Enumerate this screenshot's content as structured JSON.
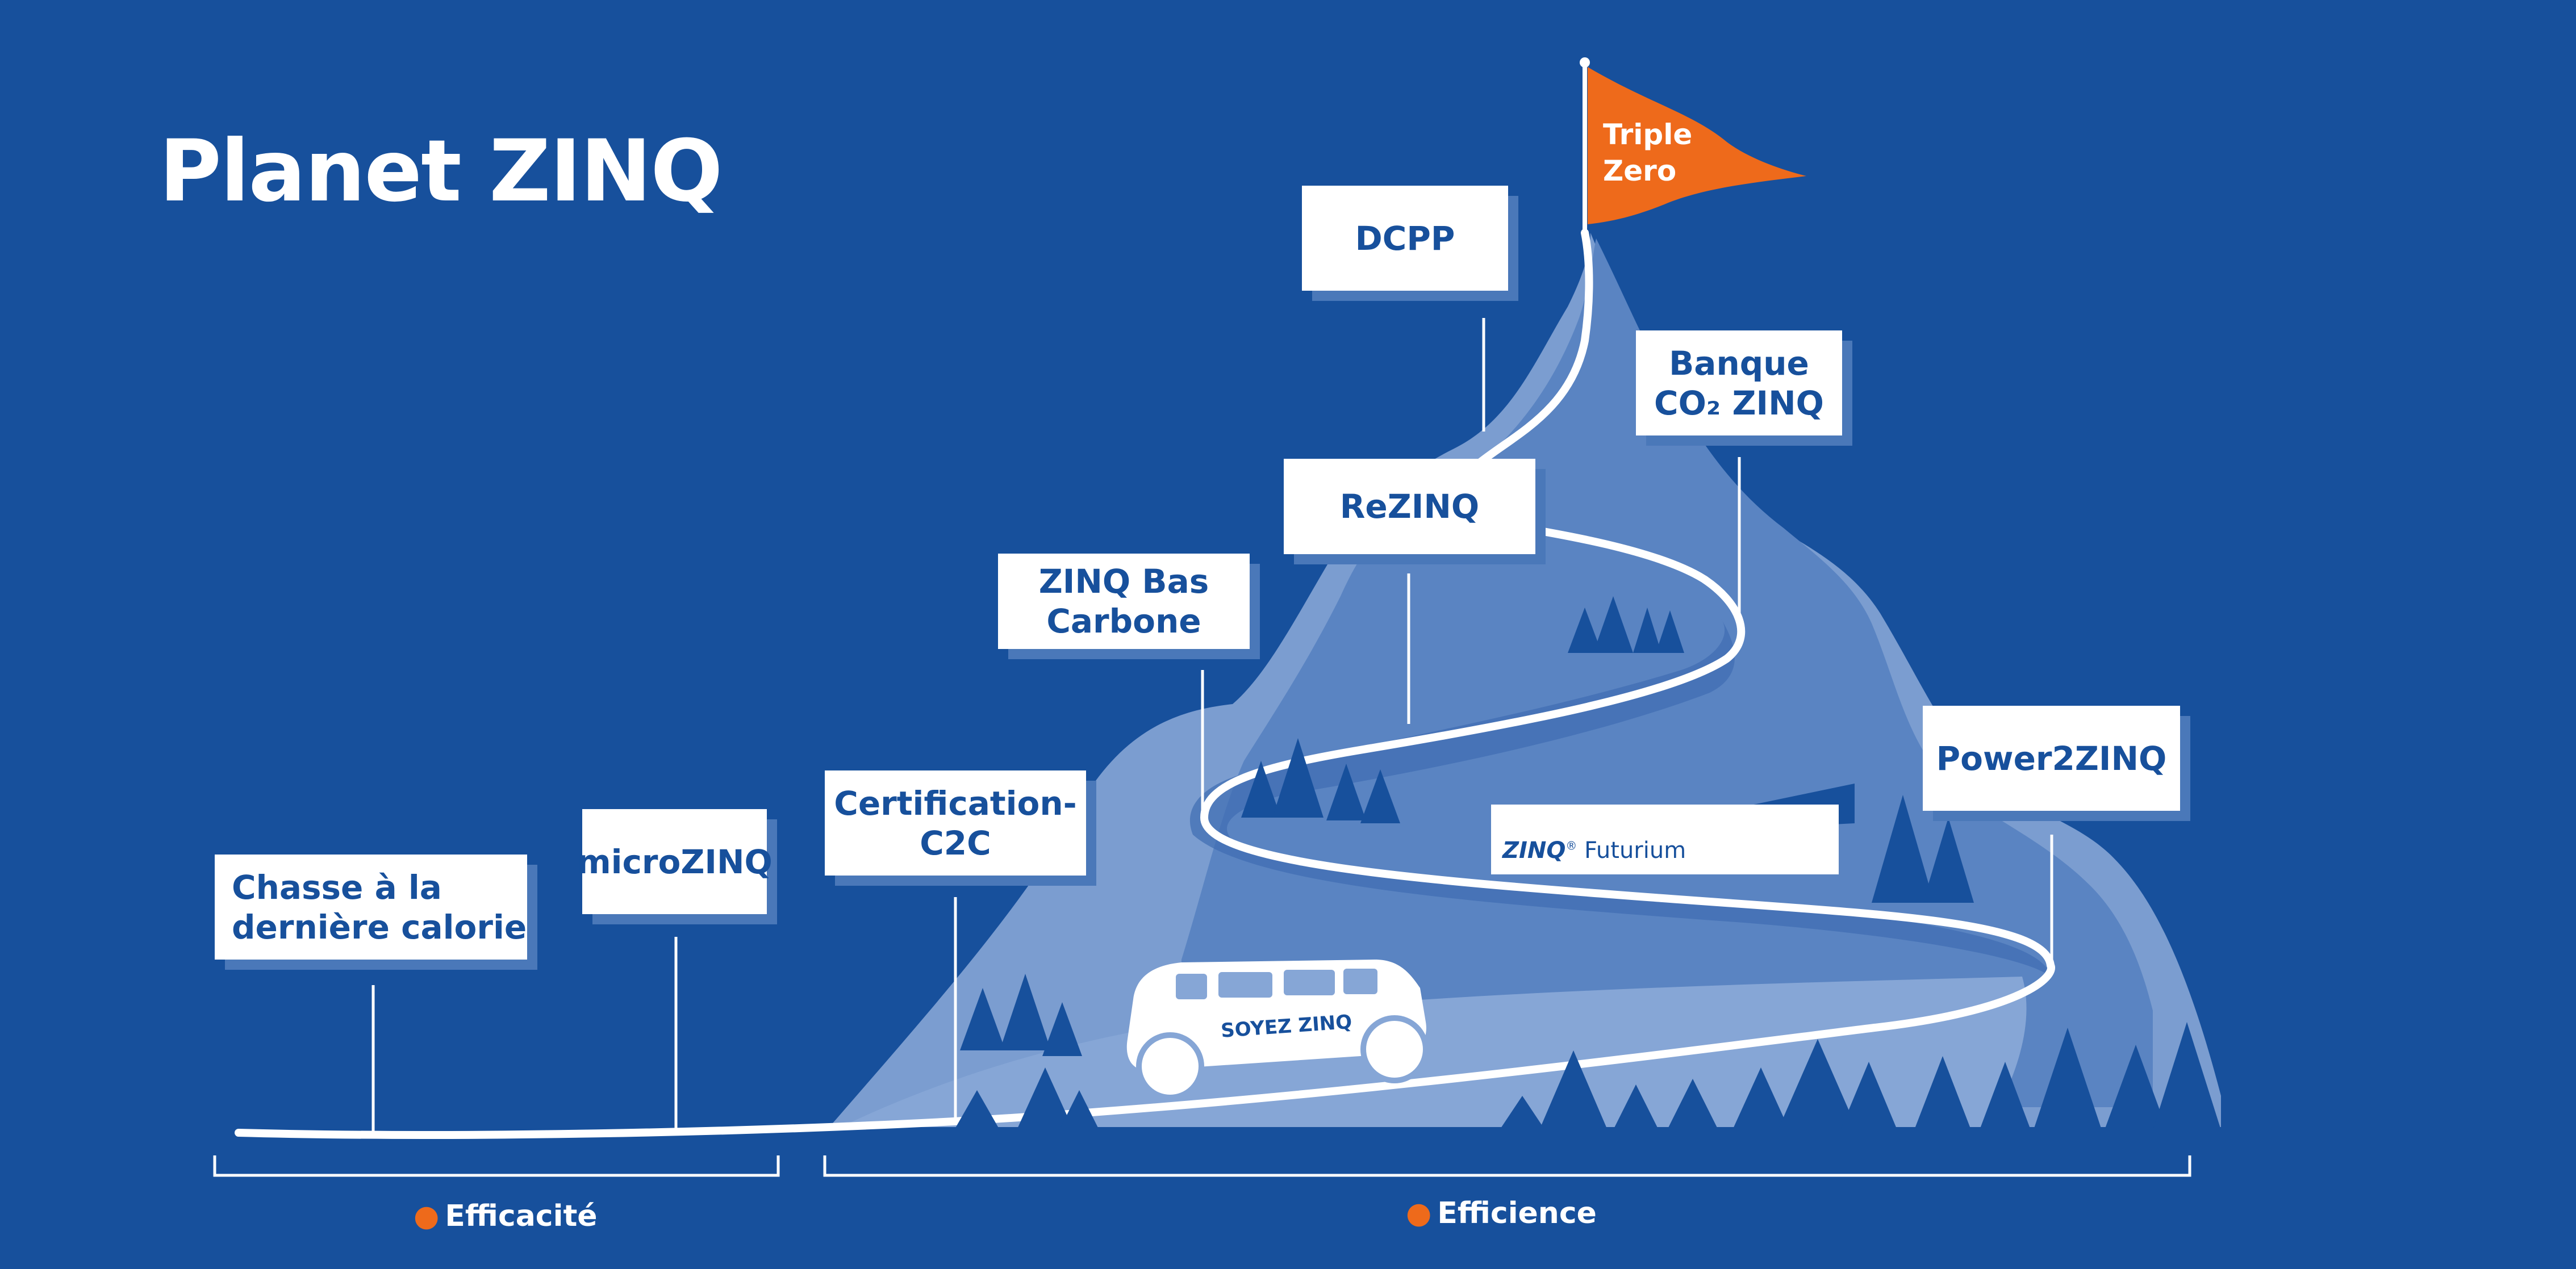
{
  "title": "Planet ZINQ",
  "flag": {
    "line1": "Triple",
    "line2": "Zero",
    "color": "#EE6A1B"
  },
  "milestones": {
    "chasse": {
      "line1": "Chasse à la",
      "line2": "dernière calorie"
    },
    "microzinq": "microZINQ",
    "certification": {
      "line1": "Certification-",
      "line2": "C2C"
    },
    "bas_carbone": {
      "line1": "ZINQ Bas",
      "line2": "Carbone"
    },
    "rezinq": "ReZINQ",
    "dcpp": "DCPP",
    "banque": {
      "line1": "Banque",
      "line2": "CO₂ ZINQ"
    },
    "power2zinq": "Power2ZINQ"
  },
  "futurium": {
    "brand": "ZINQ",
    "mark": "®",
    "name": "Futurium"
  },
  "van": {
    "text": "SOYEZ ZINQ"
  },
  "legend": {
    "efficacite": "Efficacité",
    "efficience": "Efficience",
    "dot_color": "#EE6A1B"
  },
  "colors": {
    "background": "#17509C",
    "mountain_light": "#7B9DD0",
    "mountain_mid": "#5580BF",
    "trees": "#17509C",
    "accent": "#EE6A1B"
  }
}
